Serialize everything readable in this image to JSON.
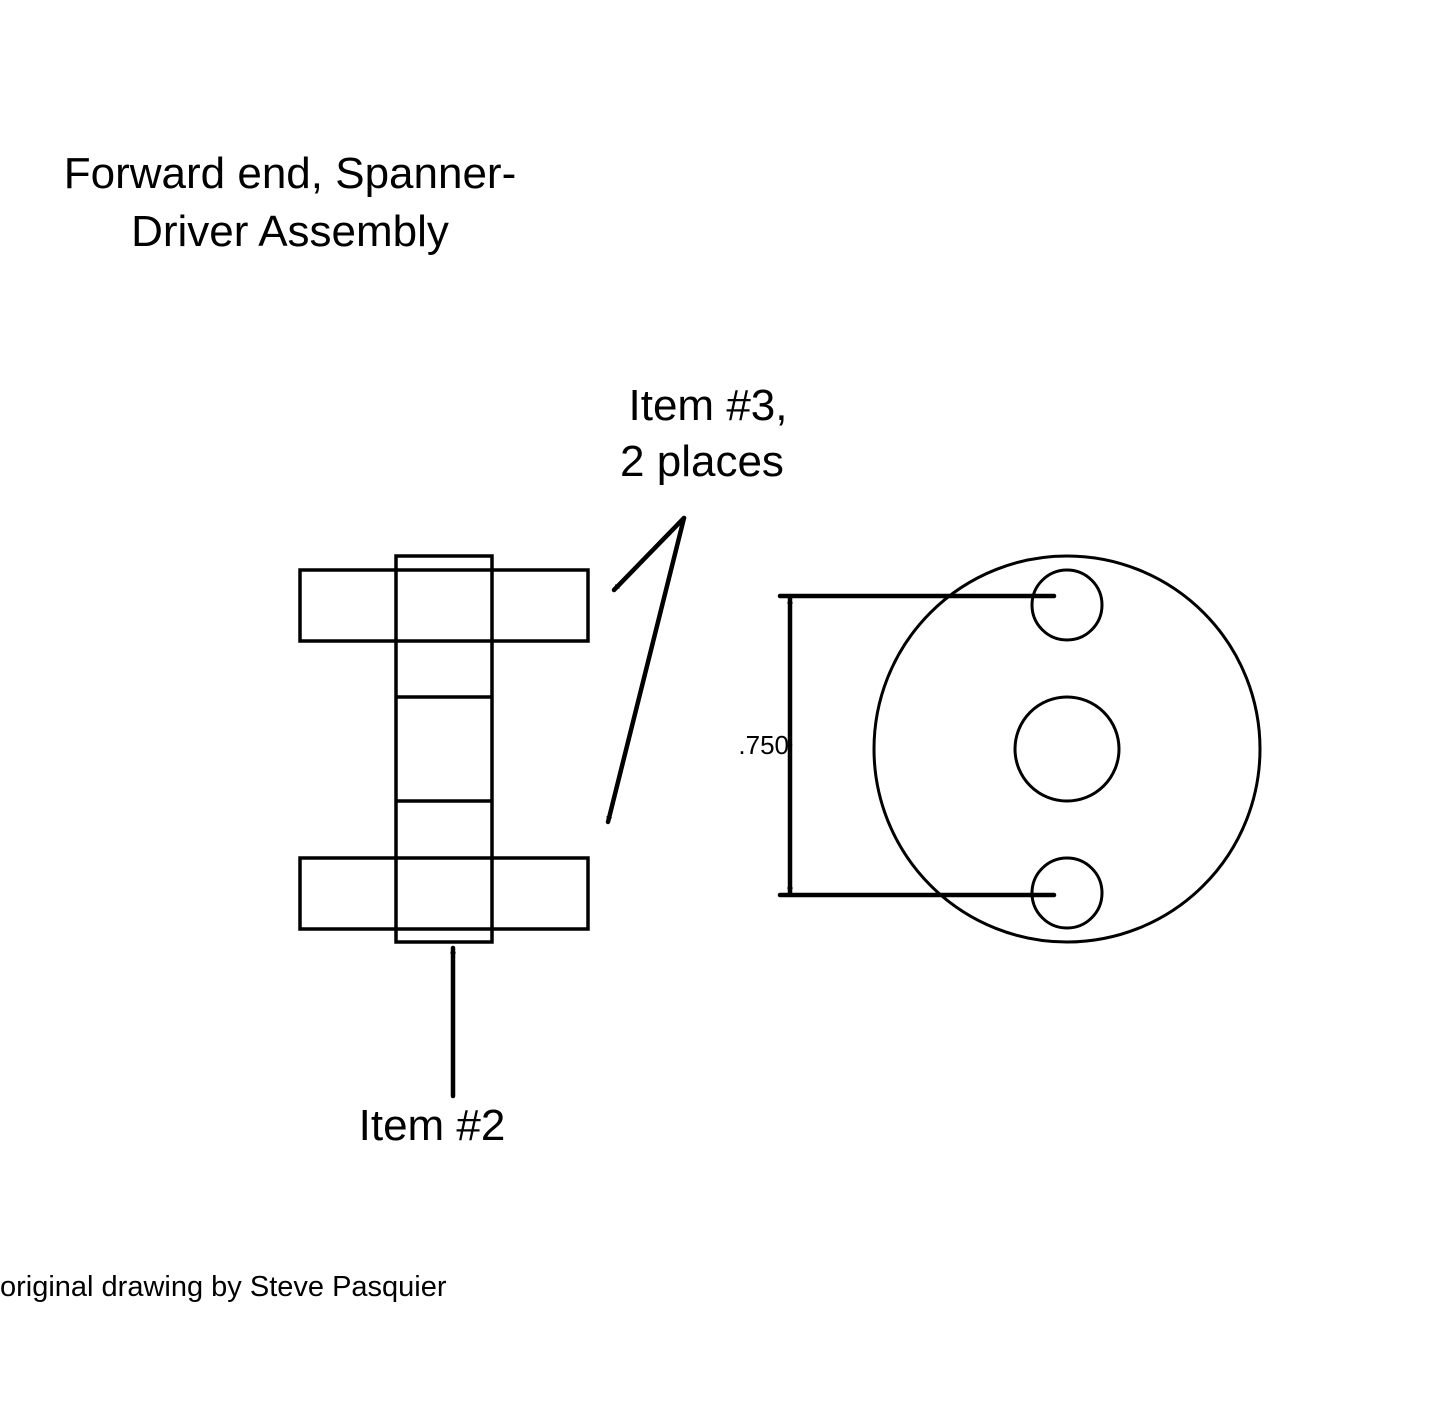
{
  "title": {
    "line1": "Forward end, Spanner-",
    "line2": "Driver Assembly"
  },
  "callouts": {
    "item3_line1": "Item #3,",
    "item3_line2": "2 places",
    "item2": "Item #2"
  },
  "dimension": {
    "value": ".750"
  },
  "credit": "original drawing by Steve Pasquier",
  "colors": {
    "line": "#000000",
    "background": "#ffffff"
  }
}
